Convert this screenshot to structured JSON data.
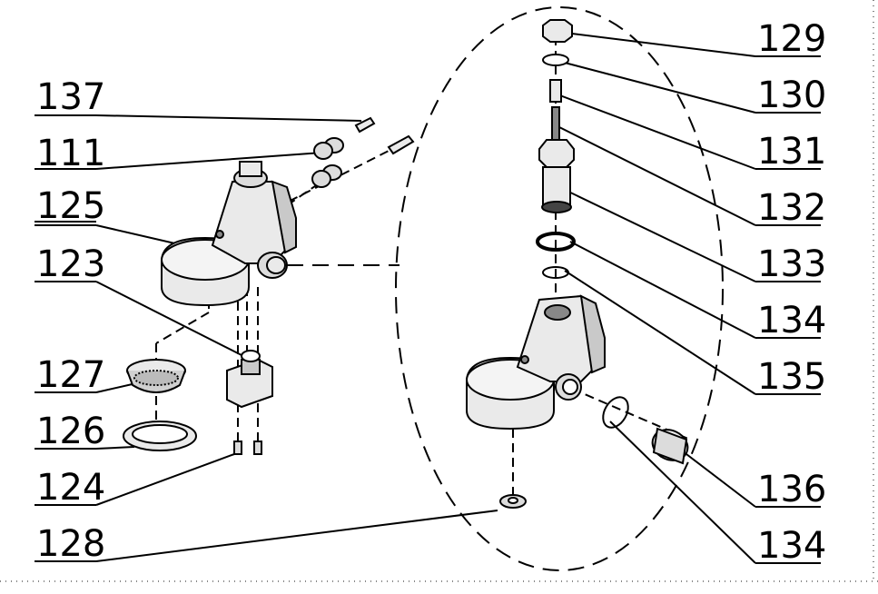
{
  "labels_left": [
    "137",
    "111",
    "125",
    "123",
    "127",
    "126",
    "124",
    "128"
  ],
  "labels_right": [
    "129",
    "130",
    "131",
    "132",
    "133",
    "134",
    "135",
    "136",
    "134"
  ],
  "colors": {
    "line": "#000000",
    "part_fill": "#eaeaea",
    "part_shade": "#c9c9c9",
    "frame_dots": "#888888"
  }
}
